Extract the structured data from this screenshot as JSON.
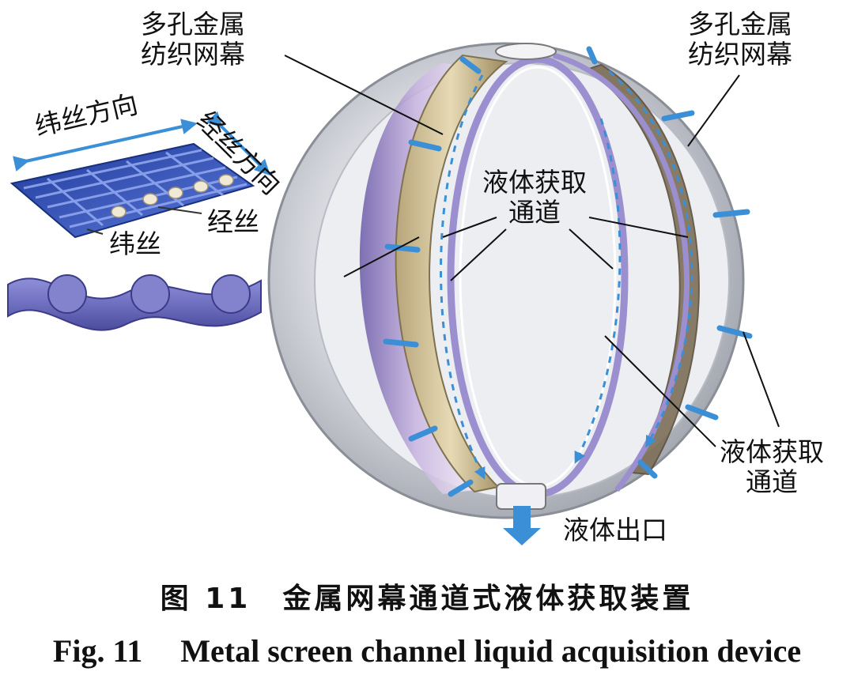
{
  "labels": {
    "porous_screen_left": [
      "多孔金属",
      "纺织网幕"
    ],
    "porous_screen_right": [
      "多孔金属",
      "纺织网幕"
    ],
    "weft_direction": "纬丝方向",
    "warp_direction": "经丝方向",
    "warp_wire": "经丝",
    "weft_wire": "纬丝",
    "channel_center": [
      "液体获取",
      "通道"
    ],
    "channel_right": [
      "液体获取",
      "通道"
    ],
    "liquid_outlet": "液体出口"
  },
  "caption": {
    "cn_number": "图 11",
    "cn_title": "金属网幕通道式液体获取装置",
    "en_number": "Fig. 11",
    "en_title": "Metal screen channel liquid acquisition device"
  },
  "colors": {
    "flow_arrow": "#3a8fd6",
    "mesh_blue": "#2f4fb5",
    "channel_violet": "#9b8fd0",
    "screen_tan": "#d8c9a0"
  }
}
